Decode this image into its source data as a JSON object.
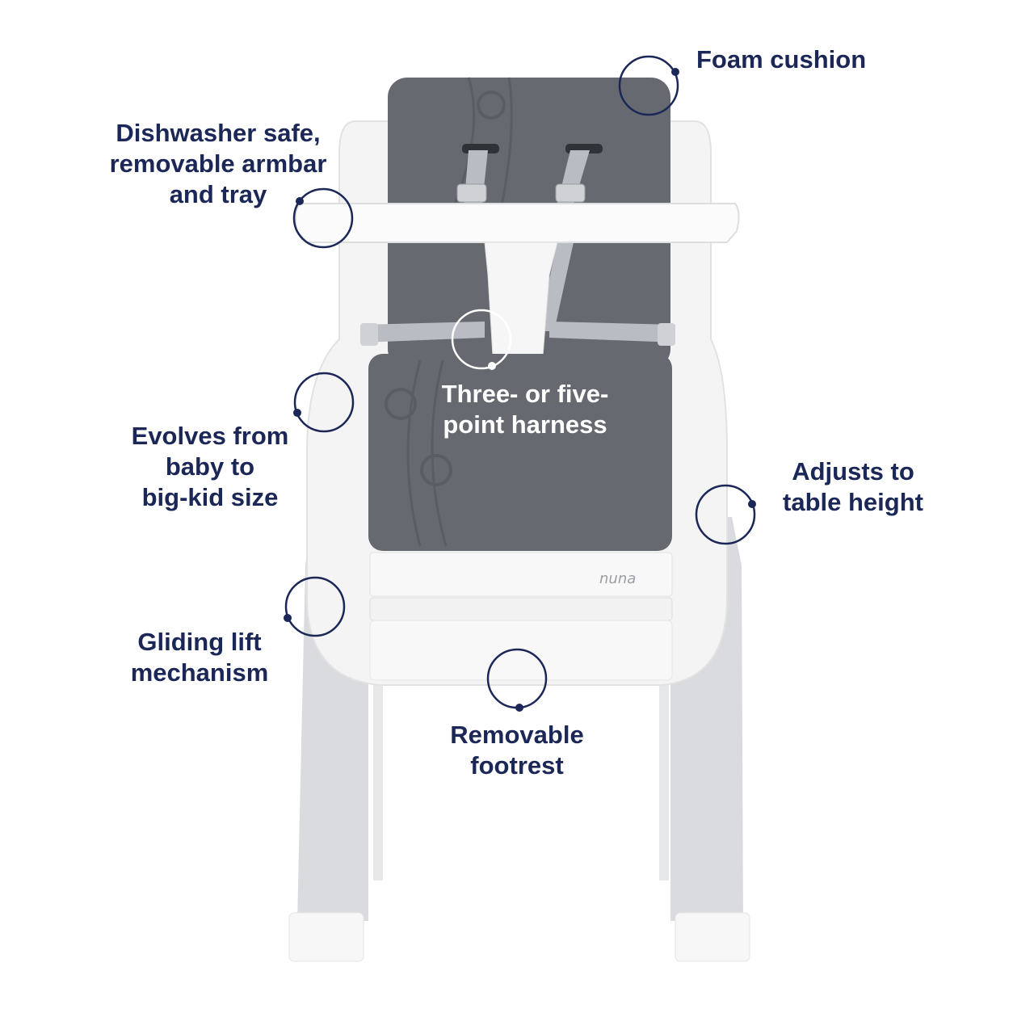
{
  "colors": {
    "callout_navy": "#1b2757",
    "callout_white": "#ffffff",
    "seat_grey": "#666a70",
    "frame_white": "#f4f4f4",
    "leg_silver": "#d9dbde",
    "strap_grey": "#b9bcc2"
  },
  "product": {
    "brand_mark": "nuna"
  },
  "callouts": {
    "foam_cushion": [
      "Foam cushion"
    ],
    "armbar_tray": [
      "Dishwasher safe,",
      "removable armbar",
      "and tray"
    ],
    "harness": [
      "Three- or five-",
      "point harness"
    ],
    "evolves": [
      "Evolves from",
      "baby to",
      "big-kid size"
    ],
    "table_height": [
      "Adjusts to",
      "table height"
    ],
    "lift": [
      "Gliding lift",
      "mechanism"
    ],
    "footrest": [
      "Removable",
      "footrest"
    ]
  }
}
